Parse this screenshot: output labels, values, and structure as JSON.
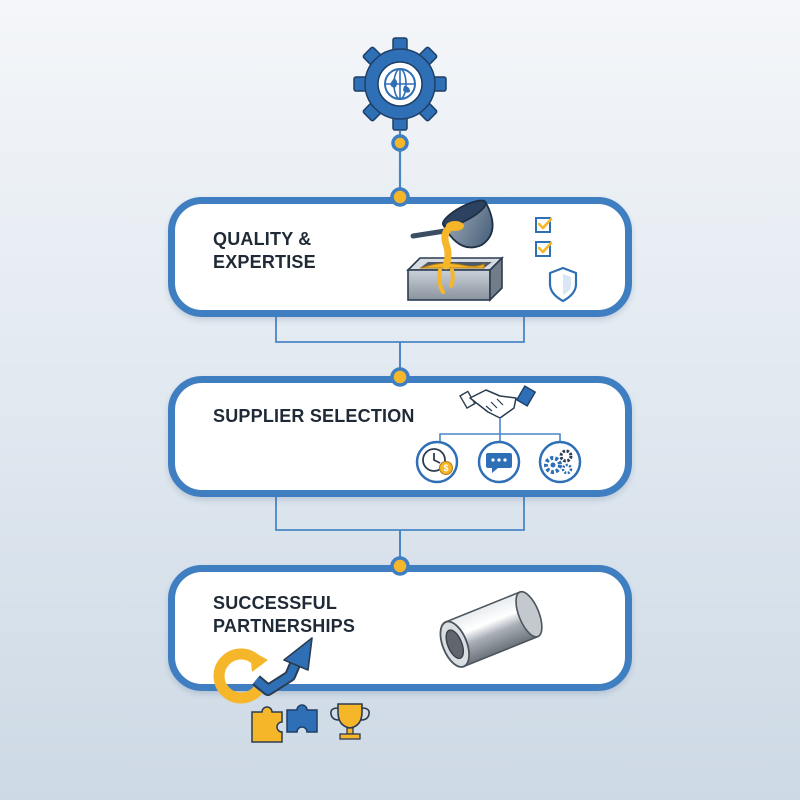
{
  "steps": [
    {
      "title": "QUALITY &\nEXPERTISE"
    },
    {
      "title": "SUPPLIER SELECTION"
    },
    {
      "title": "SUCCESSFUL\nPARTNERSHIPS"
    }
  ],
  "icons": {
    "top": "gear-globe-icon",
    "step1": [
      "ladle-pouring-icon",
      "mold-icon",
      "checkbox-icon",
      "checkbox-icon",
      "shield-icon"
    ],
    "step2": [
      "handshake-icon",
      "clock-dollar-icon",
      "chat-bubble-icon",
      "gears-icon"
    ],
    "step3": [
      "metal-cylinder-icon",
      "cycle-arrow-icon",
      "growth-arrow-icon",
      "puzzle-pieces-icon",
      "trophy-icon"
    ]
  },
  "colors": {
    "accent_blue": "#3f7fc1",
    "accent_yellow": "#f5b62a",
    "card_bg": "#ffffff"
  }
}
